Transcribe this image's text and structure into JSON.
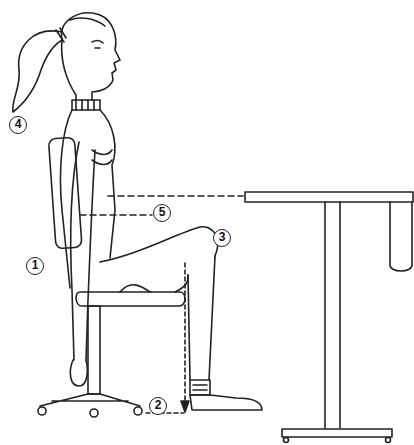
{
  "diagram": {
    "labels": [
      "4",
      "5",
      "3",
      "1",
      "2"
    ]
  }
}
